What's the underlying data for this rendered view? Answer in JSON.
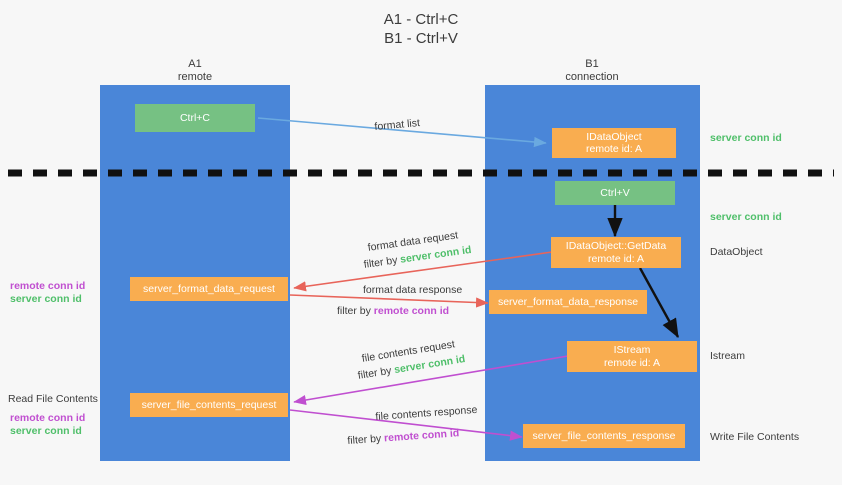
{
  "title": {
    "line1": "A1 - Ctrl+C",
    "line2": "B1 - Ctrl+V"
  },
  "columns": [
    {
      "name": "A1",
      "sub": "remote"
    },
    {
      "name": "B1",
      "sub": "connection"
    }
  ],
  "boxes": {
    "ctrl_c": {
      "label": "Ctrl+C",
      "color": "#76c183"
    },
    "ctrl_v": {
      "label": "Ctrl+V",
      "color": "#76c183"
    },
    "idataobject_top": {
      "line1": "IDataObject",
      "line2": "remote id: A",
      "color": "#f9ad50"
    },
    "idataobject_getdata": {
      "line1": "IDataObject::GetData",
      "line2": "remote id: A",
      "color": "#f9ad50"
    },
    "istream": {
      "line1": "IStream",
      "line2": "remote id: A",
      "color": "#f9ad50"
    },
    "server_format_data_request": {
      "label": "server_format_data_request",
      "color": "#f9ad50"
    },
    "server_format_data_response": {
      "label": "server_format_data_response",
      "color": "#f9ad50"
    },
    "server_file_contents_request": {
      "label": "server_file_contents_request",
      "color": "#f9ad50"
    },
    "server_file_contents_response": {
      "label": "server_file_contents_response",
      "color": "#f9ad50"
    }
  },
  "edge_labels": {
    "format_list": "format list",
    "format_data_request": "format data request",
    "format_data_request_filter_prefix": "filter by ",
    "format_data_request_filter_key": "server conn id",
    "format_data_response": "format data response",
    "format_data_response_filter_prefix": "filter by ",
    "format_data_response_filter_key": "remote conn id",
    "file_contents_request": "file contents request",
    "file_contents_request_filter_prefix": "filter by ",
    "file_contents_request_filter_key": "server conn id",
    "file_contents_response": "file contents response",
    "file_contents_response_filter_prefix": "filter by ",
    "file_contents_response_filter_key": "remote conn id"
  },
  "right_labels": {
    "server_conn_id_top": "server conn id",
    "server_conn_id_mid": "server conn id",
    "dataobject": "DataObject",
    "istream": "Istream",
    "write_file_contents": "Write File Contents"
  },
  "left_labels": {
    "remote_conn_id_1": "remote conn id",
    "server_conn_id_1": "server conn id",
    "read_file_contents": "Read File Contents",
    "remote_conn_id_2": "remote conn id",
    "server_conn_id_2": "server conn id"
  },
  "colors": {
    "lane": "#4a86d8",
    "orange": "#f9ad50",
    "green_box": "#76c183",
    "green_text": "#4fbf6a",
    "magenta_text": "#c04fd0",
    "arrow_blue": "#6aa9e0",
    "arrow_red": "#e8645a",
    "arrow_magenta": "#c04fd0",
    "arrow_black": "#000000",
    "divider": "#111111",
    "background": "#f7f7f7"
  }
}
